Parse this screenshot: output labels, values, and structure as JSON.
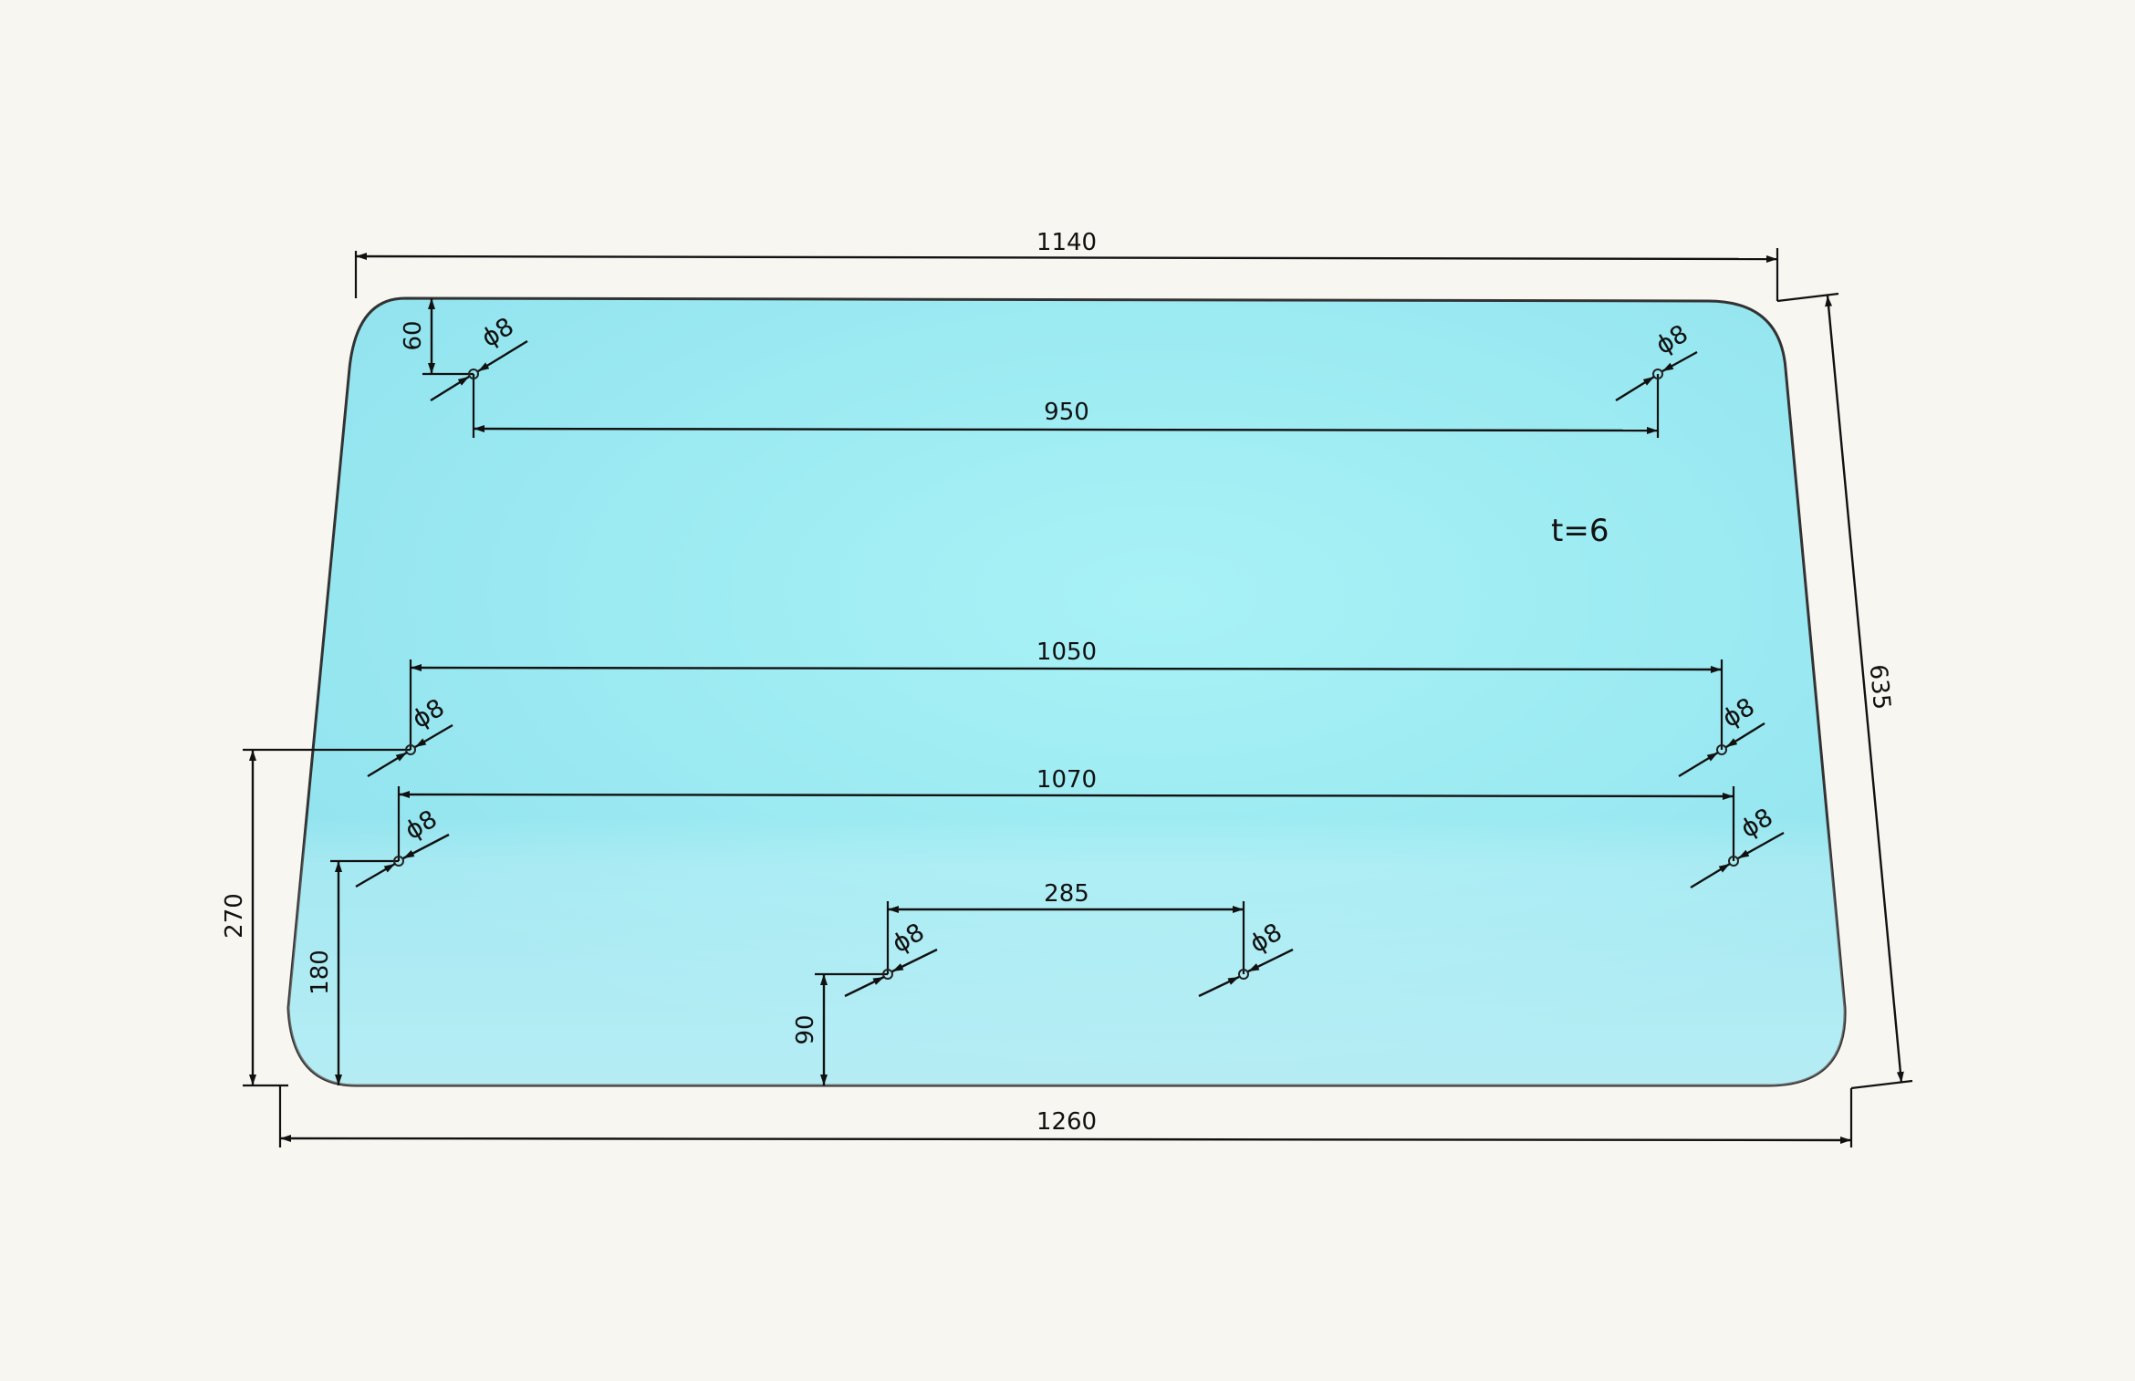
{
  "drawing": {
    "glass_color": "#a8f2f6",
    "thickness_label": "t=6",
    "dimensions": {
      "top_width": "1140",
      "bottom_width": "1260",
      "side_length": "635",
      "top_holes_spacing": "950",
      "upper_row_spacing": "1050",
      "middle_row_spacing": "1070",
      "bottom_holes_spacing": "285",
      "top_hole_offset": "60",
      "upper_row_height": "270",
      "middle_row_height": "180",
      "bottom_holes_height": "90"
    },
    "hole_diameter_label": "ϕ8"
  }
}
